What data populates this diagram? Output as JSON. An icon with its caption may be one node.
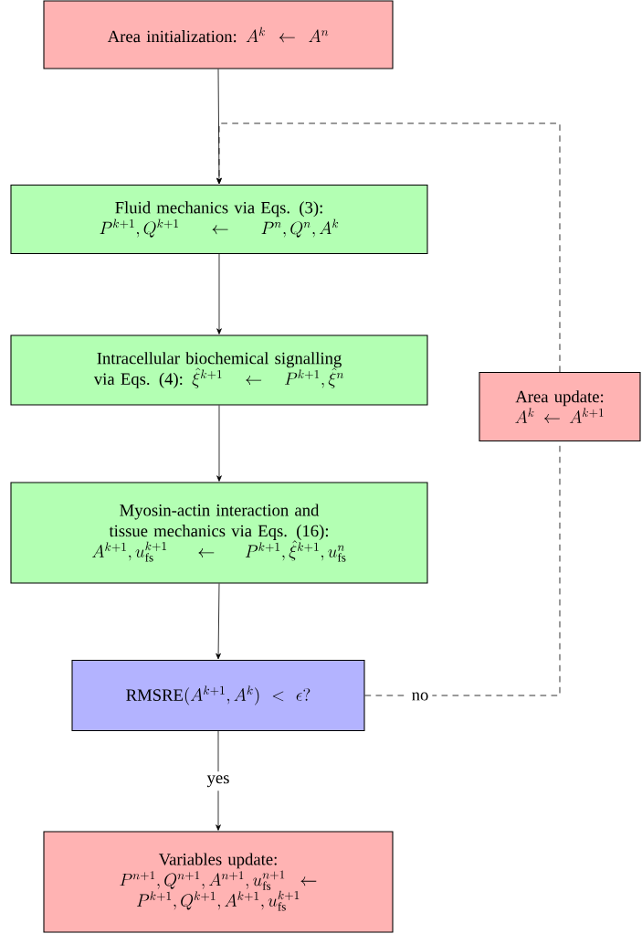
{
  "diagram": {
    "nodes": [
      {
        "text": [
          "Area initialization:",
          "A^k \\leftarrow A^n"
        ]
      },
      {
        "text": [
          "Fluid mechanics via Eqs. (3):",
          "P^{k+1}, Q^{k+1} \\;\\leftarrow\\; P^n, Q^n, A^k"
        ]
      },
      {
        "text": [
          "Intracellular biochemical signalling via Eqs. (4):",
          "\\hat{\\xi}^{k+1} \\;\\leftarrow\\; P^{k+1}, \\hat{\\xi}^n"
        ]
      },
      {
        "text": [
          "Myosin-actin interaction and tissue mechanics via Eqs. (16):",
          "A^{k+1}, u_{\\mathrm{fs}}^{k+1} \\;\\leftarrow\\; P^{k+1}, \\hat{\\xi}^{k+1}, u_{\\mathrm{fs}}^n"
        ]
      },
      {
        "text": [
          "\\mathrm{RMSRE}(A^{k+1}, A^k) < \\epsilon?"
        ]
      },
      {
        "text": [
          "Variables update:",
          "P^{n+1}, Q^{n+1}, A^{n+1}, u_{\\mathrm{fs}}^{n+1} \\leftarrow P^{k+1}, Q^{k+1}, A^{k+1}, u_{\\mathrm{fs}}^{k+1}"
        ]
      },
      {
        "text": [
          "Area update:",
          "A^k \\leftarrow A^{k+1}"
        ]
      }
    ],
    "edges": [
      {
        "from": 0,
        "to": 1,
        "arrow": "to"
      },
      {
        "from": 1,
        "to": 2,
        "arrow": "to"
      },
      {
        "from": 2,
        "to": 3,
        "arrow": "to"
      },
      {
        "from": 3,
        "to": 4,
        "arrow": "to"
      },
      {
        "from": 4,
        "to": 5,
        "arrow": "to",
        "label": "yes"
      },
      {
        "from": 4,
        "to": 6,
        "arrow": "none",
        "label": "no",
        "style": "dashed"
      },
      {
        "from": 6,
        "to": 1,
        "arrow": "to",
        "style": "dashed"
      }
    ]
  }
}
